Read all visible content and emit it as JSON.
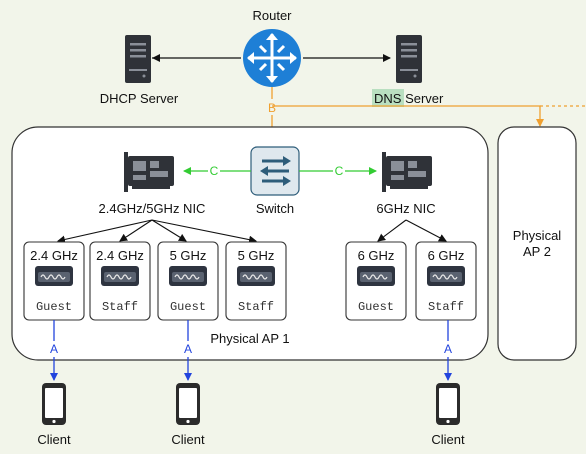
{
  "router": {
    "label": "Router"
  },
  "dhcp": {
    "label": "DHCP Server"
  },
  "dns": {
    "label_highlight": "DNS",
    "label_rest": " Server",
    "highlight_color": "#b9dfc0"
  },
  "switch": {
    "label": "Switch"
  },
  "nic_left": {
    "label": "2.4GHz/5GHz NIC"
  },
  "nic_right": {
    "label": "6GHz NIC"
  },
  "ap1": {
    "label": "Physical AP 1"
  },
  "ap2": {
    "line1": "Physical",
    "line2": "AP 2"
  },
  "edges": {
    "router_switch": "B",
    "switch_nic": "C",
    "client_link": "A"
  },
  "radios": [
    {
      "band": "2.4 GHz",
      "ssid": "Guest"
    },
    {
      "band": "2.4 GHz",
      "ssid": "Staff"
    },
    {
      "band": "5 GHz",
      "ssid": "Guest"
    },
    {
      "band": "5 GHz",
      "ssid": "Staff"
    },
    {
      "band": "6 GHz",
      "ssid": "Guest"
    },
    {
      "band": "6 GHz",
      "ssid": "Staff"
    }
  ],
  "clients": [
    {
      "label": "Client"
    },
    {
      "label": "Client"
    },
    {
      "label": "Client"
    }
  ],
  "colors": {
    "orange": "#f0a030",
    "green": "#33cc33",
    "blue": "#2244dd",
    "router_blue": "#1e7fd6"
  },
  "icons": [
    "router-icon",
    "server-icon",
    "switch-icon",
    "nic-icon",
    "access-point-icon",
    "smartphone-icon"
  ]
}
